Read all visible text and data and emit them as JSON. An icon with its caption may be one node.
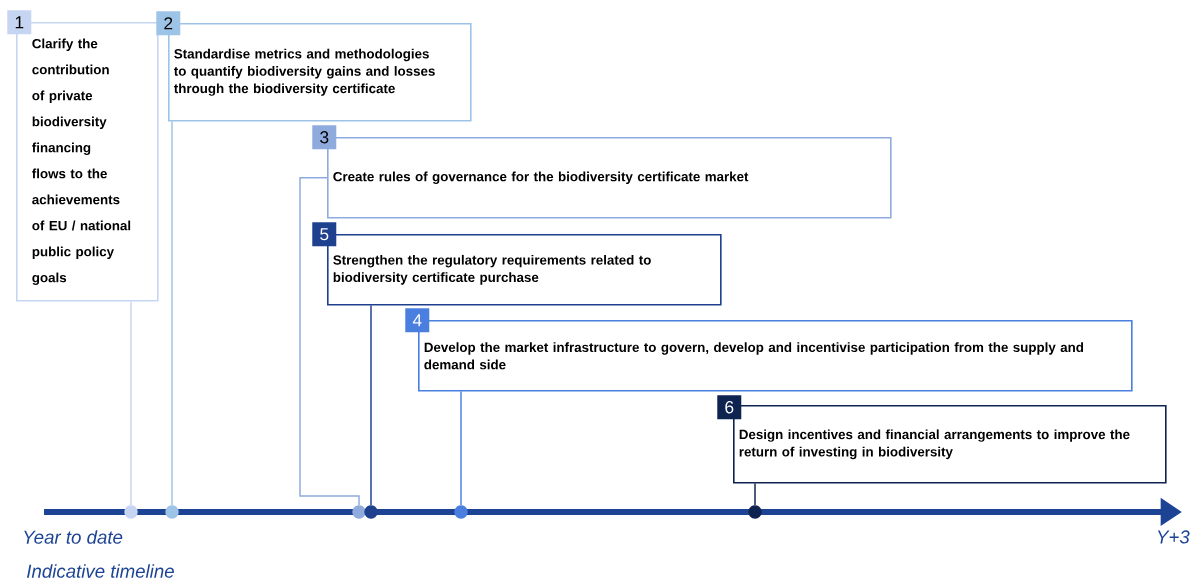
{
  "diagram": {
    "nodes": [
      {
        "text": [
          "1",
          "Clarify the contribution of private biodiversity financing flows to the achievements of EU / national public policy goals"
        ]
      },
      {
        "text": [
          "2",
          "Standardise metrics and methodologies to quantify biodiversity gains and losses through the biodiversity certificate"
        ]
      },
      {
        "text": [
          "3",
          "Create rules of governance for the biodiversity certificate market"
        ]
      },
      {
        "text": [
          "5",
          "Strengthen the regulatory requirements related to biodiversity certificate purchase"
        ]
      },
      {
        "text": [
          "4",
          "Develop the market infrastructure to govern, develop and incentivise participation from the supply and demand side"
        ]
      },
      {
        "text": [
          "6",
          "Design incentives and financial arrangements to improve the return of investing in biodiversity"
        ]
      },
      {
        "text": [],
        "shape": "circle"
      },
      {
        "text": [],
        "shape": "circle"
      },
      {
        "text": [],
        "shape": "circle"
      },
      {
        "text": [],
        "shape": "circle"
      },
      {
        "text": [],
        "shape": "circle"
      },
      {
        "text": [],
        "shape": "circle"
      }
    ],
    "edges": [
      {
        "from": 0,
        "to": 6,
        "arrow": "none",
        "color": "#c5d5f2"
      },
      {
        "from": 1,
        "to": 7,
        "arrow": "none",
        "color": "#9dc3e6"
      },
      {
        "from": 2,
        "to": 8,
        "arrow": "none",
        "color": "#8faadc"
      },
      {
        "from": 3,
        "to": 9,
        "arrow": "none",
        "color": "#1f3f8f"
      },
      {
        "from": 4,
        "to": 10,
        "arrow": "none",
        "color": "#4a7fe0"
      },
      {
        "from": 5,
        "to": 11,
        "arrow": "none",
        "color": "#0f2350"
      }
    ],
    "labels": [
      "Year to date",
      "Y+3",
      "Indicative timeline"
    ]
  }
}
